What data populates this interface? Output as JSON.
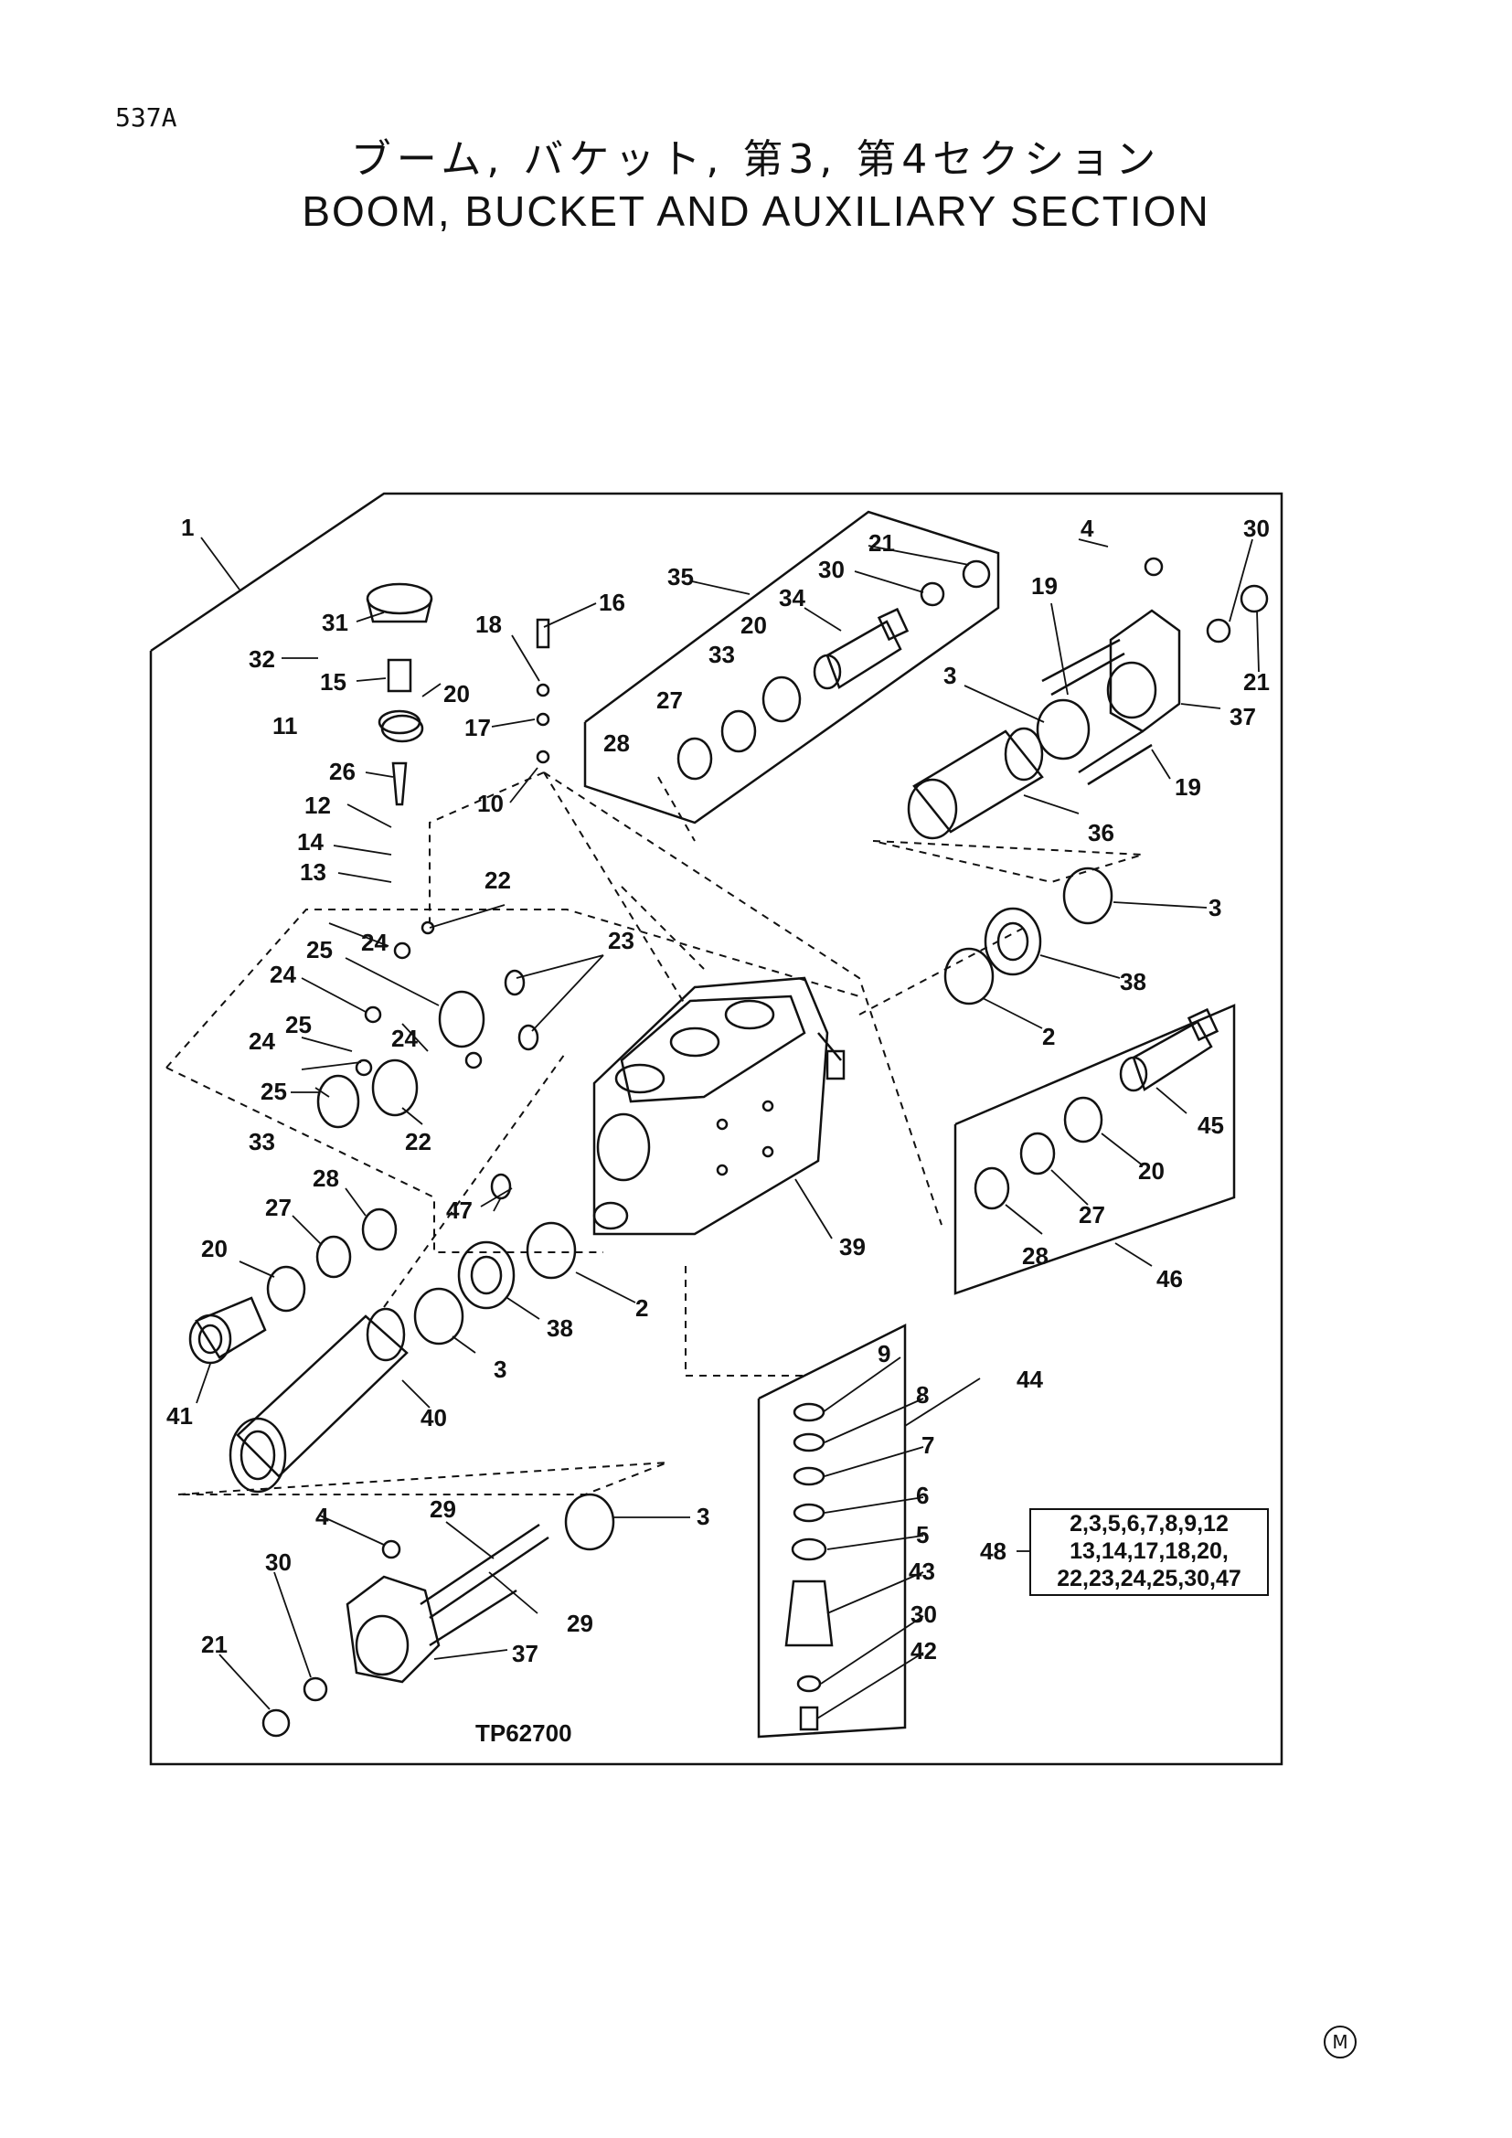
{
  "page": {
    "code": "537A",
    "title_jp": "ブーム, バケット, 第3, 第4セクション",
    "title_en": "BOOM, BUCKET AND AUXILIARY SECTION",
    "drawing_id": "TP62700",
    "manufacturer_mark": "M"
  },
  "kit": {
    "number": "48",
    "lines": [
      "2,3,5,6,7,8,9,12",
      "13,14,17,18,20,",
      "22,23,24,25,30,47"
    ]
  },
  "callouts": {
    "c1": "1",
    "c2a": "2",
    "c2b": "2",
    "c3a": "3",
    "c3b": "3",
    "c3c": "3",
    "c3d": "3",
    "c4a": "4",
    "c4b": "4",
    "c5": "5",
    "c6": "6",
    "c7": "7",
    "c8": "8",
    "c9": "9",
    "c10": "10",
    "c11": "11",
    "c12": "12",
    "c13": "13",
    "c14": "14",
    "c15": "15",
    "c16": "16",
    "c17": "17",
    "c18": "18",
    "c19a": "19",
    "c19b": "19",
    "c20a": "20",
    "c20b": "20",
    "c20c": "20",
    "c20d": "20",
    "c21a": "21",
    "c21b": "21",
    "c21c": "21",
    "c22a": "22",
    "c22b": "22",
    "c23": "23",
    "c24a": "24",
    "c24b": "24",
    "c24c": "24",
    "c24d": "24",
    "c25a": "25",
    "c25b": "25",
    "c25c": "25",
    "c26": "26",
    "c27a": "27",
    "c27b": "27",
    "c27c": "27",
    "c28a": "28",
    "c28b": "28",
    "c28c": "28",
    "c29a": "29",
    "c29b": "29",
    "c30a": "30",
    "c30b": "30",
    "c30c": "30",
    "c30d": "30",
    "c31": "31",
    "c32": "32",
    "c33a": "33",
    "c33b": "33",
    "c34": "34",
    "c35": "35",
    "c36": "36",
    "c37a": "37",
    "c37b": "37",
    "c38a": "38",
    "c38b": "38",
    "c39": "39",
    "c40": "40",
    "c41": "41",
    "c42": "42",
    "c43": "43",
    "c44": "44",
    "c45": "45",
    "c46": "46",
    "c47": "47"
  },
  "colors": {
    "ink": "#111111",
    "paper": "#ffffff"
  }
}
